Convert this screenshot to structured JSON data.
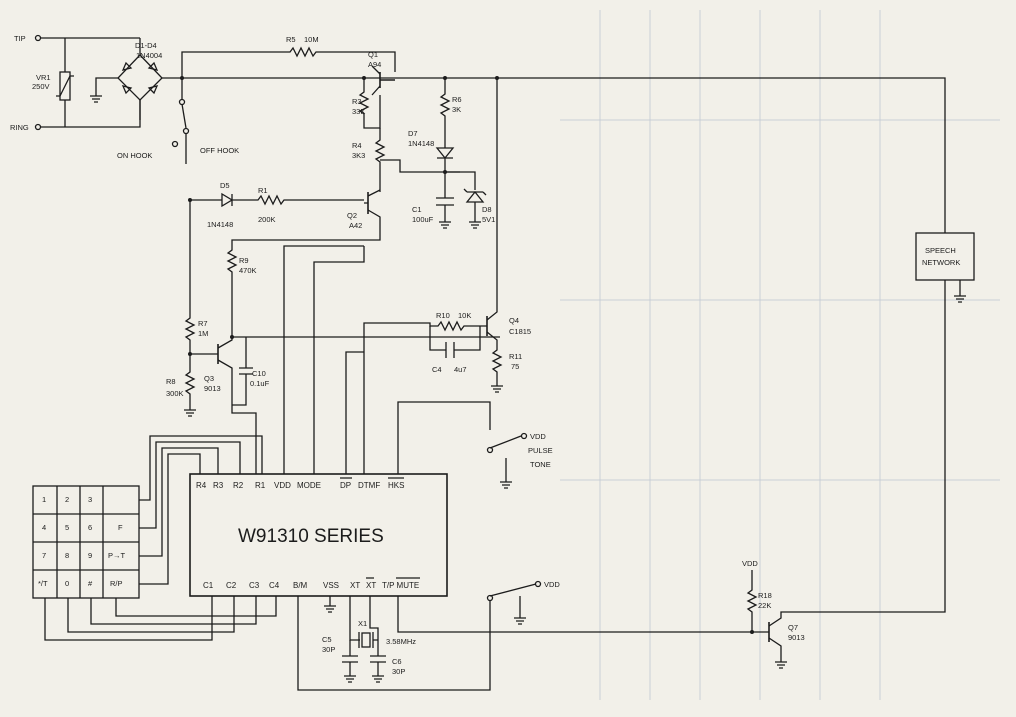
{
  "ic": {
    "title": "W91310 SERIES",
    "pins_top": [
      "R4",
      "R3",
      "R2",
      "R1",
      "VDD",
      "MODE",
      "DP",
      "DTMF",
      "HKS"
    ],
    "pins_bottom": [
      "C1",
      "C2",
      "C3",
      "C4",
      "B/M",
      "VSS",
      "XT",
      "XT",
      "T/P MUTE"
    ]
  },
  "inputs": {
    "tip": "TIP",
    "ring": "RING"
  },
  "switches": {
    "off_hook": "OFF HOOK",
    "on_hook": "ON HOOK",
    "pulse": "PULSE",
    "tone": "TONE"
  },
  "supply": {
    "vdd_mode": "VDD",
    "vdd_bm": "VDD",
    "vdd_q7": "VDD"
  },
  "speech_network": {
    "line1": "SPEECH",
    "line2": "NETWORK"
  },
  "components": {
    "vr1": {
      "ref": "VR1",
      "value": "250V"
    },
    "d1d4": {
      "ref": "D1-D4",
      "value": "1N4004"
    },
    "r5": {
      "ref": "R5",
      "value": "10M"
    },
    "q1": {
      "ref": "Q1",
      "value": "A94"
    },
    "r3": {
      "ref": "R3",
      "value": "33K"
    },
    "r4": {
      "ref": "R4",
      "value": "3K3"
    },
    "r6": {
      "ref": "R6",
      "value": "3K"
    },
    "d7": {
      "ref": "D7",
      "value": "1N4148"
    },
    "c1": {
      "ref": "C1",
      "value": "100uF"
    },
    "d8": {
      "ref": "D8",
      "value": "5V1"
    },
    "d5": {
      "ref": "D5",
      "value": "1N4148"
    },
    "r1": {
      "ref": "R1",
      "value": "200K"
    },
    "q2": {
      "ref": "Q2",
      "value": "A42"
    },
    "r9": {
      "ref": "R9",
      "value": "470K"
    },
    "r7": {
      "ref": "R7",
      "value": "1M"
    },
    "q3": {
      "ref": "Q3",
      "value": "9013"
    },
    "c10": {
      "ref": "C10",
      "value": "0.1uF"
    },
    "r8": {
      "ref": "R8",
      "value": "300K"
    },
    "r10": {
      "ref": "R10",
      "value": "10K"
    },
    "c4": {
      "ref": "C4",
      "value": "4u7"
    },
    "q4": {
      "ref": "Q4",
      "value": "C1815"
    },
    "r11": {
      "ref": "R11",
      "value": "75"
    },
    "x1": {
      "ref": "X1",
      "value": "3.58MHz"
    },
    "c5": {
      "ref": "C5",
      "value": "30P"
    },
    "c6": {
      "ref": "C6",
      "value": "30P"
    },
    "r18": {
      "ref": "R18",
      "value": "22K"
    },
    "q7": {
      "ref": "Q7",
      "value": "9013"
    }
  },
  "keypad": {
    "rows": [
      [
        "1",
        "2",
        "3",
        ""
      ],
      [
        "4",
        "5",
        "6",
        "F"
      ],
      [
        "7",
        "8",
        "9",
        "P→T"
      ],
      [
        "*/T",
        "0",
        "#",
        "R/P"
      ]
    ]
  }
}
